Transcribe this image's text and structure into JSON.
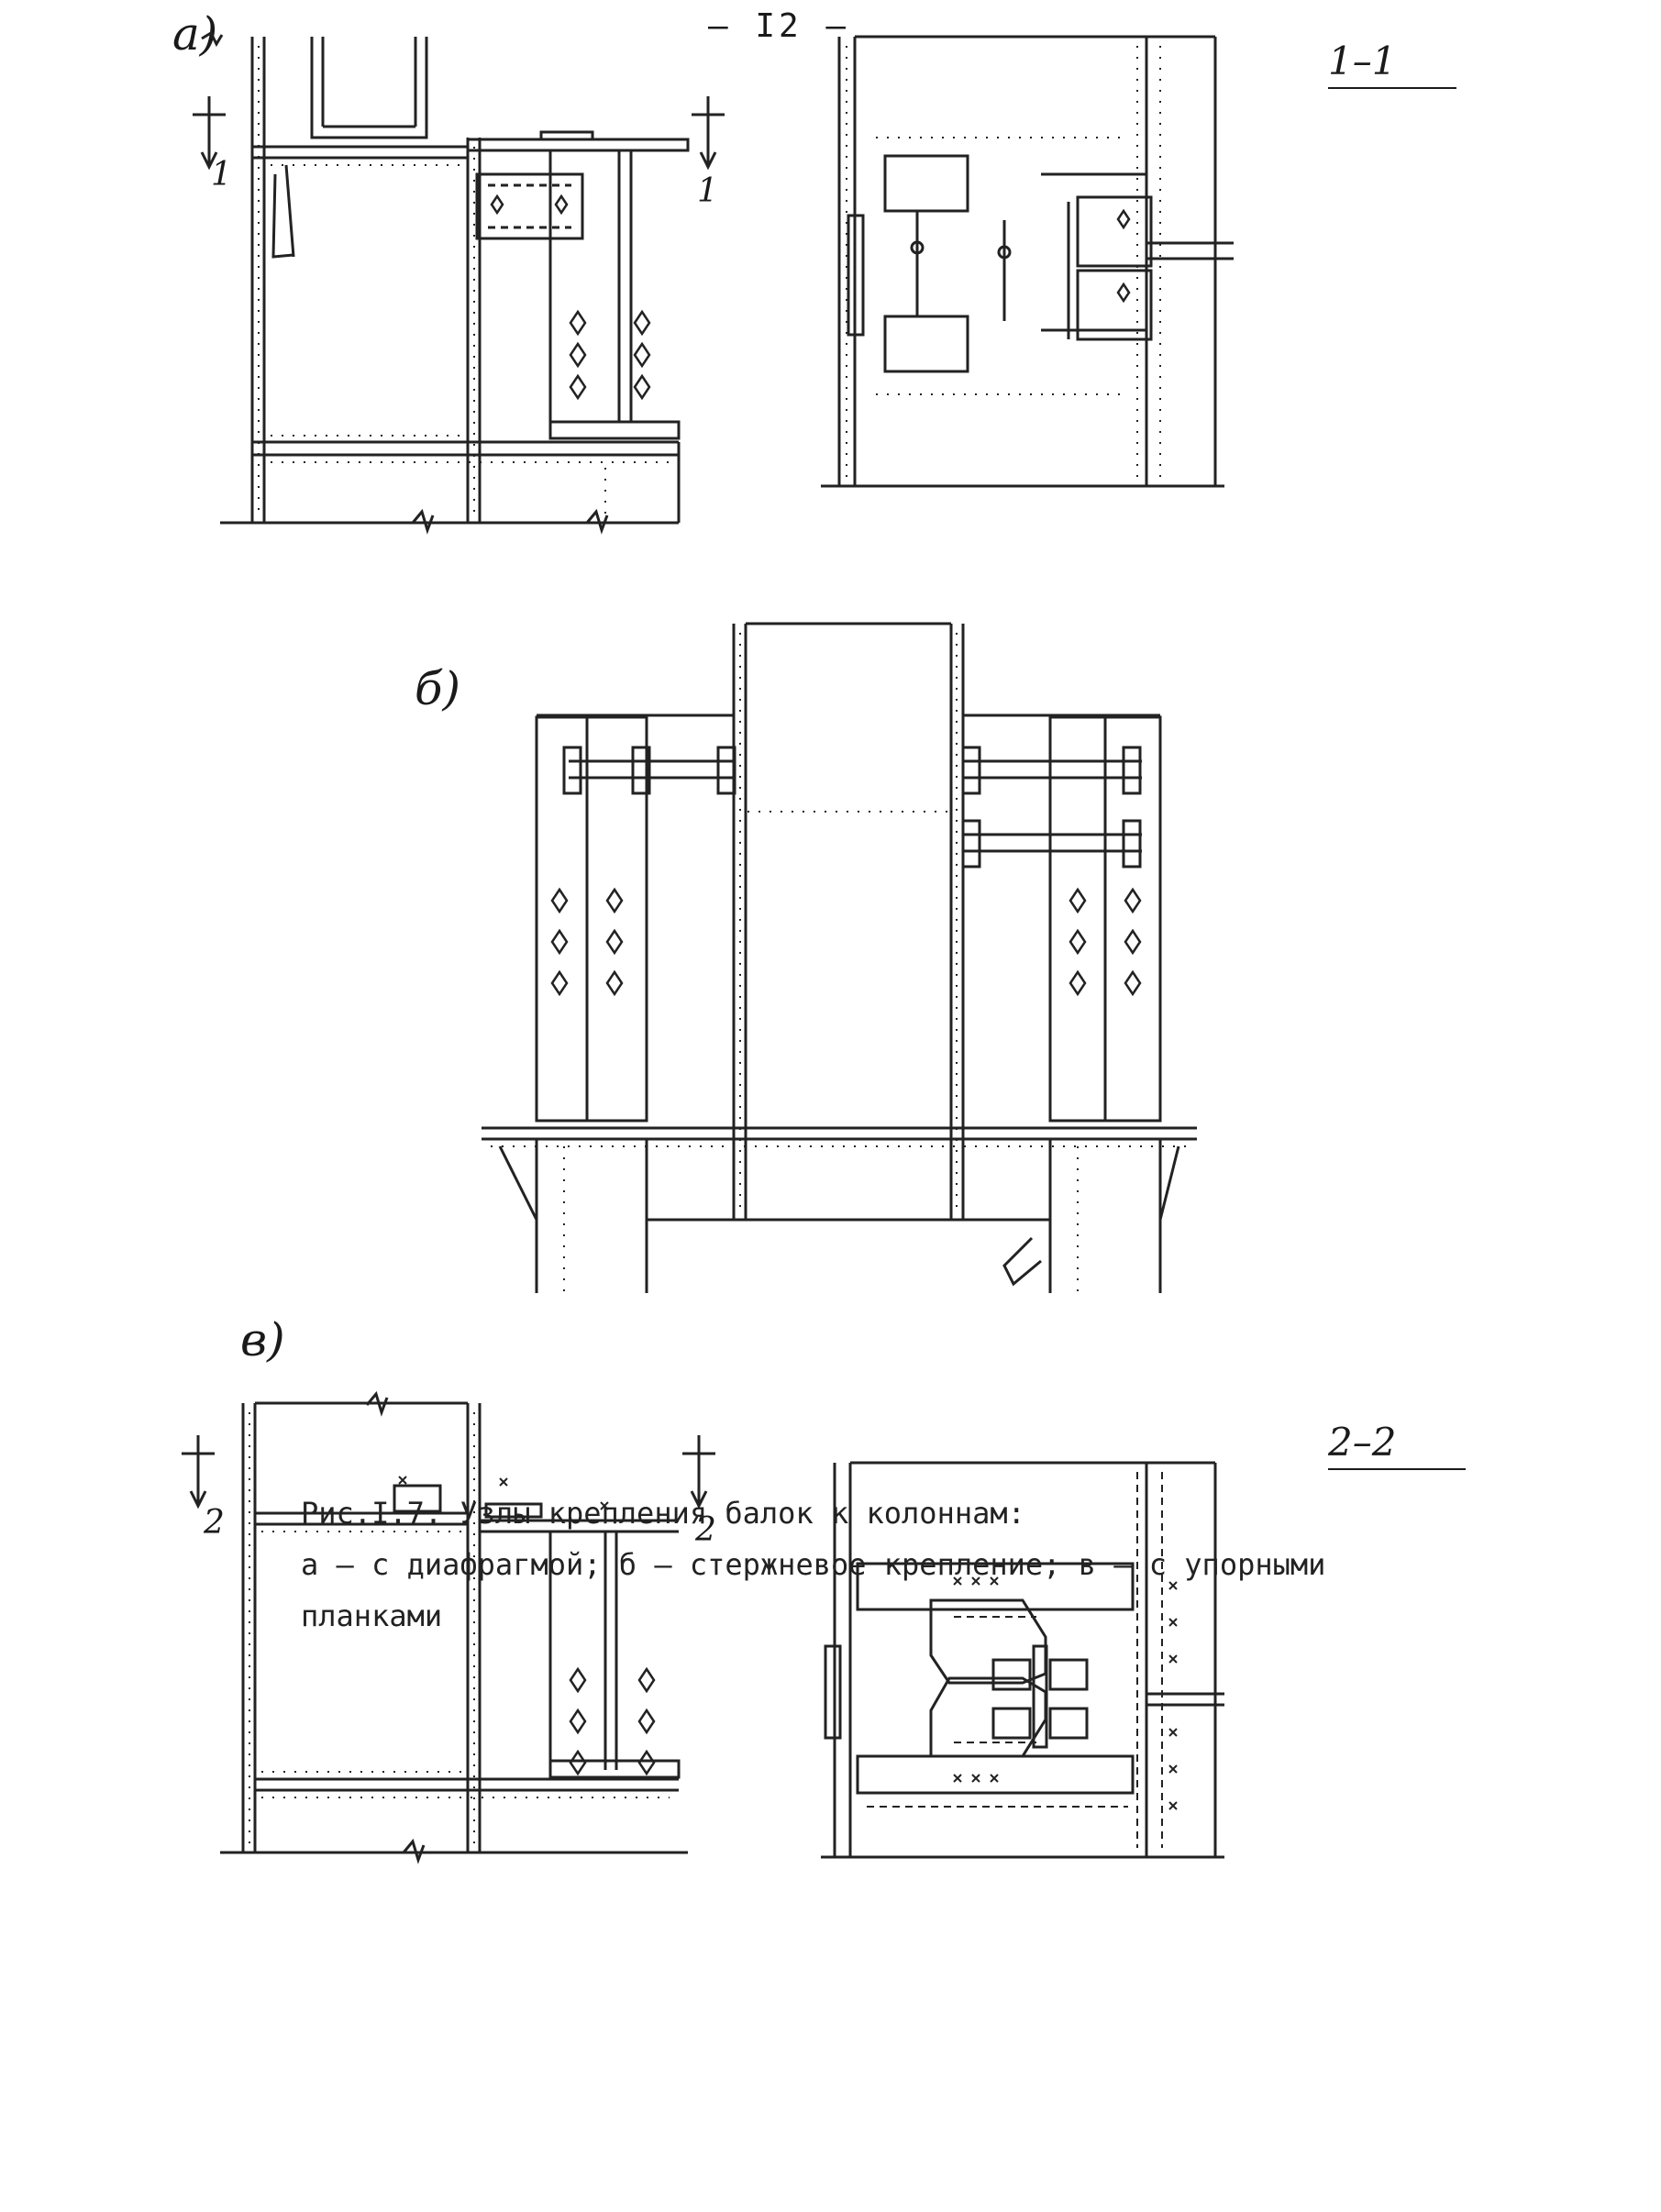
{
  "page": {
    "number": "– I2 –"
  },
  "figure": {
    "panels": [
      {
        "label": "а)"
      },
      {
        "label": "б)"
      },
      {
        "label": "в)"
      }
    ],
    "sections": [
      {
        "label": "1–1",
        "cut_number": "1"
      },
      {
        "label": "2–2",
        "cut_number": "2"
      }
    ],
    "caption": {
      "line1": "Рис.I.7. Узлы крепления балок к колоннам:",
      "line2": "а – с диафрагмой; б – стержневое крепление; в – с упорными",
      "line3": "планками"
    }
  }
}
